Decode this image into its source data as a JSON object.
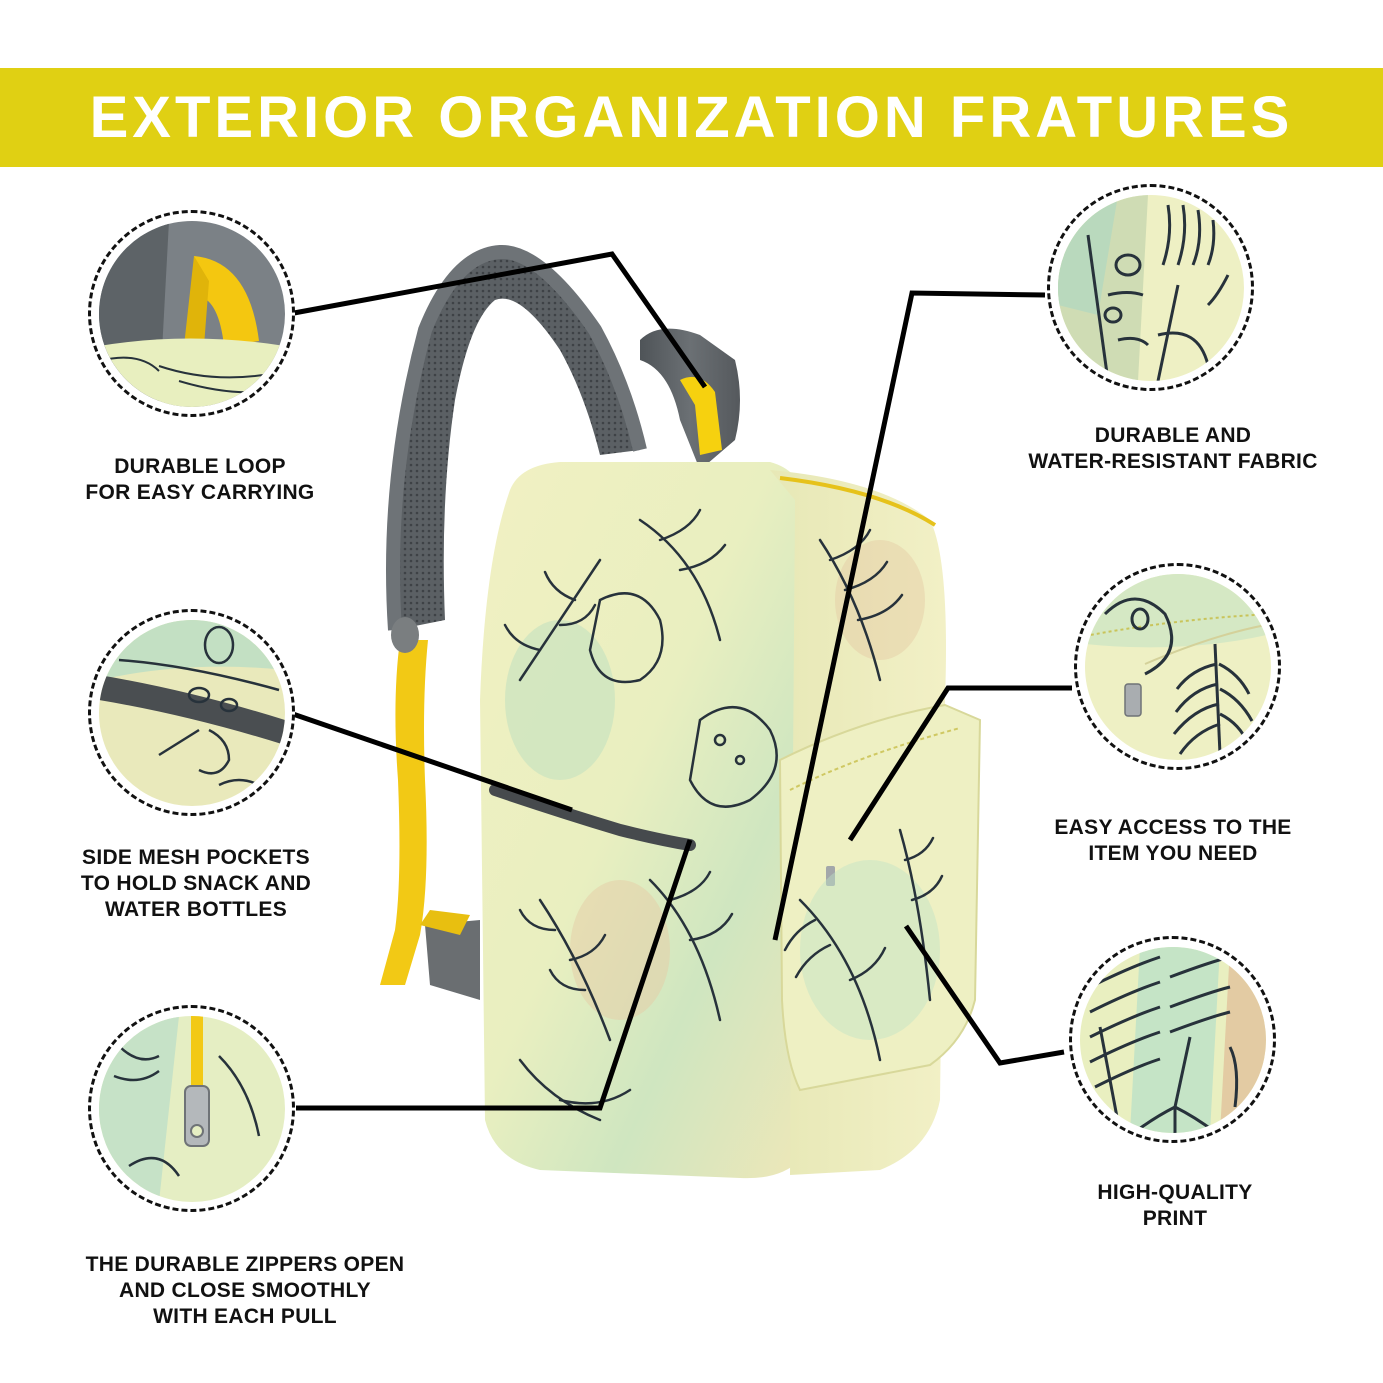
{
  "banner": {
    "title": "EXTERIOR ORGANIZATION FRATURES",
    "background_color": "#e0d013",
    "text_color": "#ffffff"
  },
  "product": {
    "name": "backpack",
    "print": "tropical leaf line-art print",
    "colors": {
      "body": "#eef0bc",
      "print_green": "#b7dfbd",
      "print_tan": "#e3c9a1",
      "line_art": "#27323b",
      "straps": "#5d6266",
      "loop_webbing": "#f2c915"
    }
  },
  "features": {
    "left": [
      {
        "id": "carry-loop",
        "lines": [
          "DURABLE LOOP",
          "FOR EASY CARRYING"
        ],
        "detail": "carry-loop-closeup"
      },
      {
        "id": "side-mesh-pockets",
        "lines": [
          "SIDE MESH POCKETS",
          "TO HOLD SNACK AND",
          "WATER BOTTLES"
        ],
        "detail": "elastic-pocket-closeup"
      },
      {
        "id": "zippers",
        "lines": [
          "THE DURABLE ZIPPERS OPEN",
          "AND CLOSE SMOOTHLY",
          "WITH EACH PULL"
        ],
        "detail": "zipper-closeup"
      }
    ],
    "right": [
      {
        "id": "fabric",
        "lines": [
          "DURABLE AND",
          "WATER-RESISTANT FABRIC"
        ],
        "detail": "fabric-closeup"
      },
      {
        "id": "front-pocket",
        "lines": [
          "EASY ACCESS TO THE",
          "ITEM YOU NEED"
        ],
        "detail": "front-pocket-closeup"
      },
      {
        "id": "print",
        "lines": [
          "HIGH-QUALITY",
          "PRINT"
        ],
        "detail": "print-closeup"
      }
    ]
  }
}
